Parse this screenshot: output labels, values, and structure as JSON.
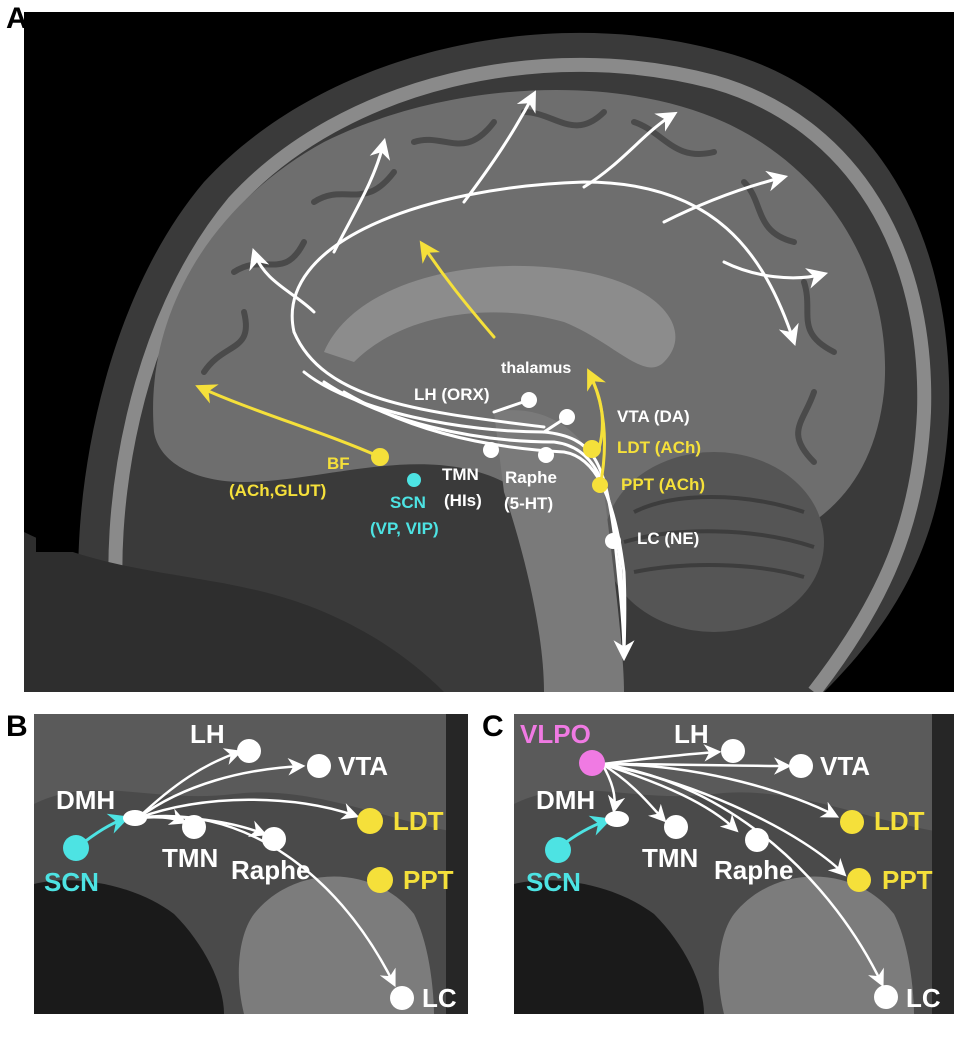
{
  "panels": {
    "a": "A",
    "b": "B",
    "c": "C"
  },
  "panel_a": {
    "thalamus": "thalamus",
    "lh": "LH (ORX)",
    "vta": "VTA (DA)",
    "ldt": "LDT (ACh)",
    "ppt": "PPT (ACh)",
    "tmn": "TMN",
    "his": "(HIs)",
    "raphe": "Raphe",
    "raphe_nt": "(5-HT)",
    "lc": "LC (NE)",
    "bf": "BF",
    "bf_nt": "(ACh,GLUT)",
    "scn": "SCN",
    "scn_nt": "(VP, VIP)"
  },
  "panel_b": {
    "lh": "LH",
    "vta": "VTA",
    "dmh": "DMH",
    "ldt": "LDT",
    "ppt": "PPT",
    "tmn": "TMN",
    "raphe": "Raphe",
    "scn": "SCN",
    "lc": "LC"
  },
  "panel_c": {
    "vlpo": "VLPO",
    "lh": "LH",
    "vta": "VTA",
    "dmh": "DMH",
    "ldt": "LDT",
    "ppt": "PPT",
    "tmn": "TMN",
    "raphe": "Raphe",
    "scn": "SCN",
    "lc": "LC"
  },
  "colors": {
    "wake_white": "#ffffff",
    "cholinergic_yellow": "#f5e03a",
    "scn_cyan": "#4de3e3",
    "vlpo_magenta": "#f07ae3",
    "background": "#000000"
  }
}
